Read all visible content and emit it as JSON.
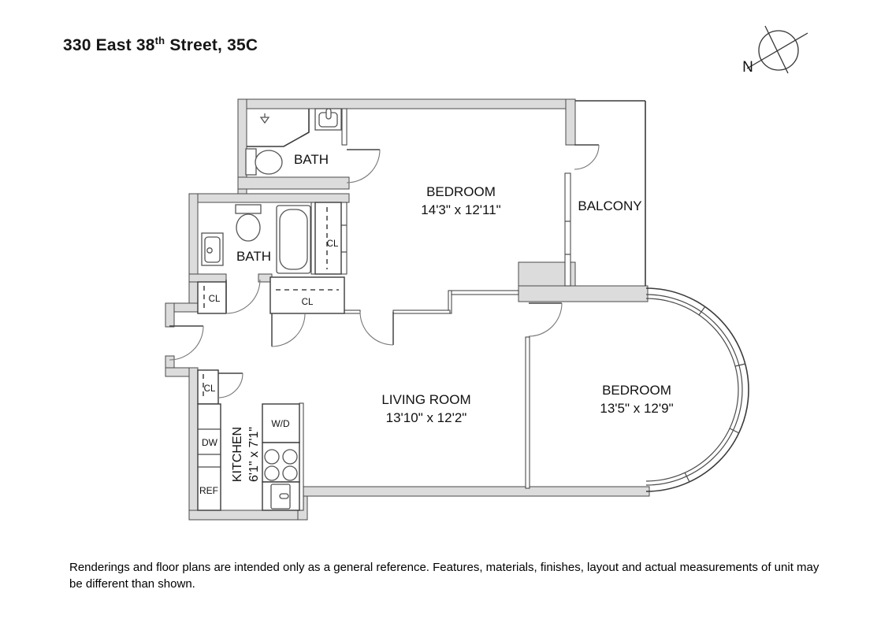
{
  "title": {
    "prefix": "330 East 38",
    "superscript": "th",
    "suffix": " Street, 35C"
  },
  "compass": {
    "north_label": "N"
  },
  "rooms": {
    "bath_top": {
      "name": "BATH"
    },
    "bath_mid": {
      "name": "BATH"
    },
    "bedroom_top": {
      "name": "BEDROOM",
      "dims": "14'3\" x 12'11\""
    },
    "balcony": {
      "name": "BALCONY"
    },
    "living_room": {
      "name": "LIVING ROOM",
      "dims": "13'10\" x 12'2\""
    },
    "bedroom_right": {
      "name": "BEDROOM",
      "dims": "13'5\" x 12'9\""
    },
    "kitchen": {
      "name": "KITCHEN",
      "dims": "6'1\" x 7'1\""
    }
  },
  "closets": [
    "CL",
    "CL",
    "CL",
    "CL"
  ],
  "appliances": {
    "dishwasher": "DW",
    "refrigerator": "REF",
    "washer_dryer": "W/D"
  },
  "disclaimer": "Renderings and floor plans are intended only as a general reference. Features, materials, finishes, layout and actual measurements of unit may be different than shown."
}
